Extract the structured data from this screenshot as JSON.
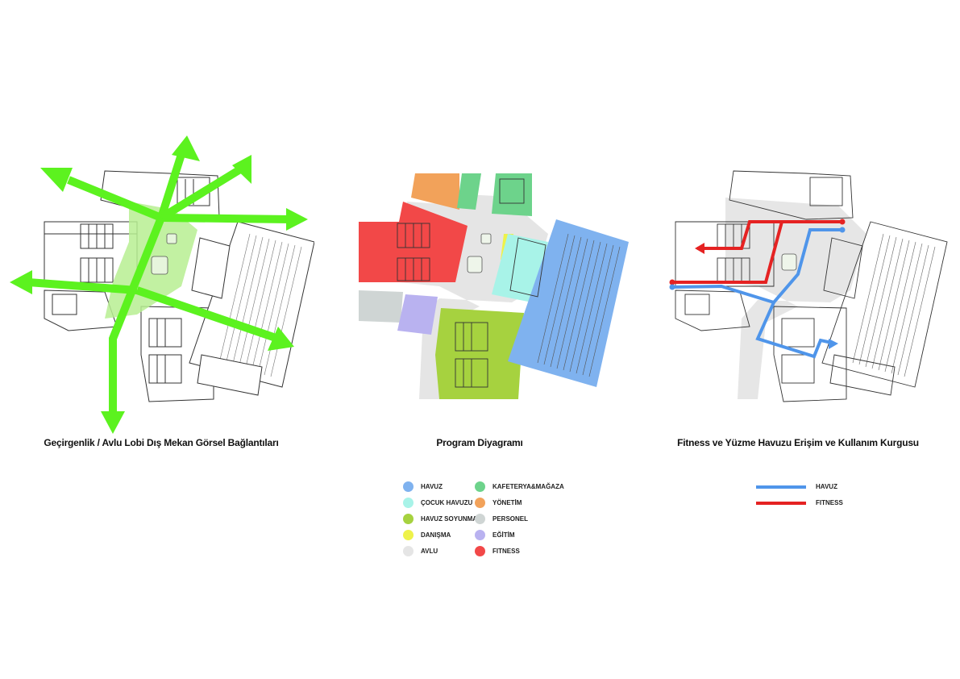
{
  "captions": {
    "panel1": "Geçirgenlik / Avlu Lobi Dış Mekan Görsel Bağlantıları",
    "panel2": "Program Diyagramı",
    "panel3": "Fitness ve Yüzme Havuzu Erişim ve Kullanım Kurgusu"
  },
  "program_legend": [
    {
      "label": "HAVUZ",
      "color": "#7fb2ef"
    },
    {
      "label": "ÇOCUK HAVUZU",
      "color": "#a8f3e8"
    },
    {
      "label": "HAVUZ SOYUNMA",
      "color": "#a6d23f"
    },
    {
      "label": "DANIŞMA",
      "color": "#eef24a"
    },
    {
      "label": "AVLU",
      "color": "#e5e5e5"
    },
    {
      "label": "KAFETERYA&MAĞAZA",
      "color": "#6dd38b"
    },
    {
      "label": "YÖNETİM",
      "color": "#f2a25a"
    },
    {
      "label": "PERSONEL",
      "color": "#cfd5d4"
    },
    {
      "label": "EĞİTİM",
      "color": "#b9b2f0"
    },
    {
      "label": "FITNESS",
      "color": "#f24848"
    }
  ],
  "route_legend": [
    {
      "label": "HAVUZ",
      "color": "#4f95ea"
    },
    {
      "label": "FITNESS",
      "color": "#e52222"
    }
  ],
  "colors": {
    "arrow_green": "#5cf21f",
    "courtyard_green": "#b7ef92",
    "wall": "#333333",
    "courtyard_grey": "#e6e6e6"
  }
}
